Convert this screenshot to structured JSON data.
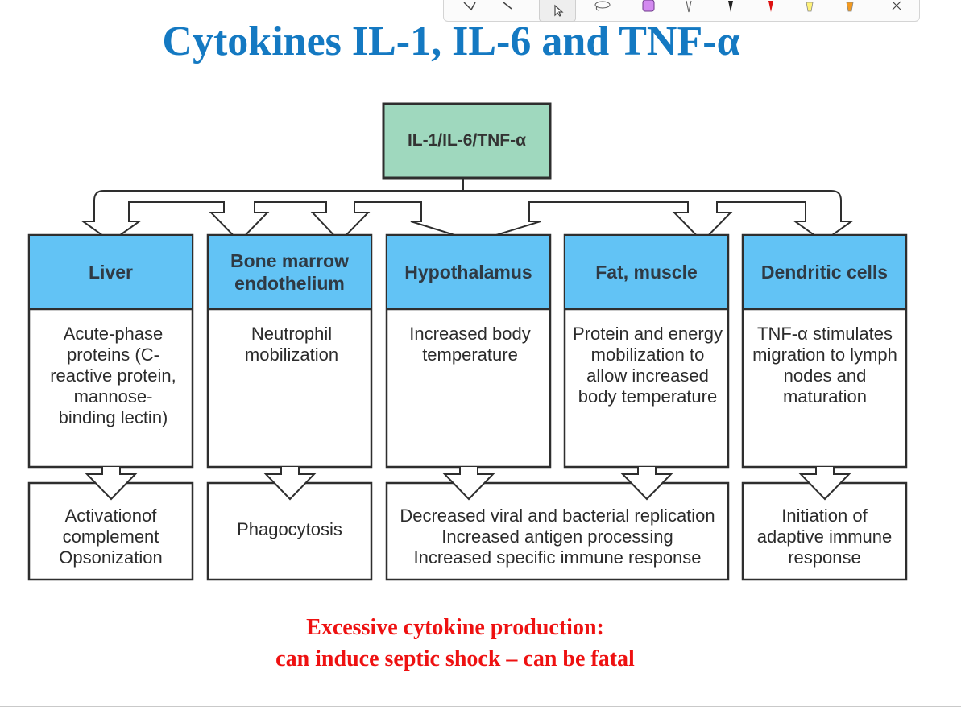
{
  "title": "Cytokines IL-1, IL-6 and TNF-α",
  "source_box": "IL-1/IL-6/TNF-α",
  "targets": [
    {
      "header": "Liver",
      "effect": "Acute-phase proteins (C-reactive protein, mannose-binding lectin)"
    },
    {
      "header": "Bone marrow endothelium",
      "effect": "Neutrophil mobilization"
    },
    {
      "header": "Hypothalamus",
      "effect": "Increased body temperature"
    },
    {
      "header": "Fat, muscle",
      "effect": "Protein and energy mobilization to allow increased body temperature"
    },
    {
      "header": "Dendritic cells",
      "effect": "TNF-α stimulates migration to lymph nodes and maturation"
    }
  ],
  "outcomes": {
    "liver": [
      "Activationof",
      "complement",
      "Opsonization"
    ],
    "bone_marrow": "Phagocytosis",
    "combined": [
      "Decreased viral and bacterial replication",
      "Increased antigen processing",
      "Increased specific immune response"
    ],
    "dendritic": [
      "Initiation of",
      "adaptive immune",
      "response"
    ]
  },
  "warning": {
    "line1": "Excessive cytokine production:",
    "line2": "can induce septic shock – can be fatal"
  },
  "colors": {
    "title": "#1479c2",
    "source_fill": "#9fd8be",
    "header_fill": "#62c3f5",
    "warning": "#ee1111"
  },
  "toolbar_icons": [
    "pen-icon",
    "eraser-icon",
    "select-pointer-icon",
    "lasso-icon",
    "highlighter-purple-icon",
    "pen-outline-icon",
    "pen-black-icon",
    "pen-red-icon",
    "highlighter-yellow-icon",
    "highlighter-orange-icon",
    "close-icon"
  ]
}
